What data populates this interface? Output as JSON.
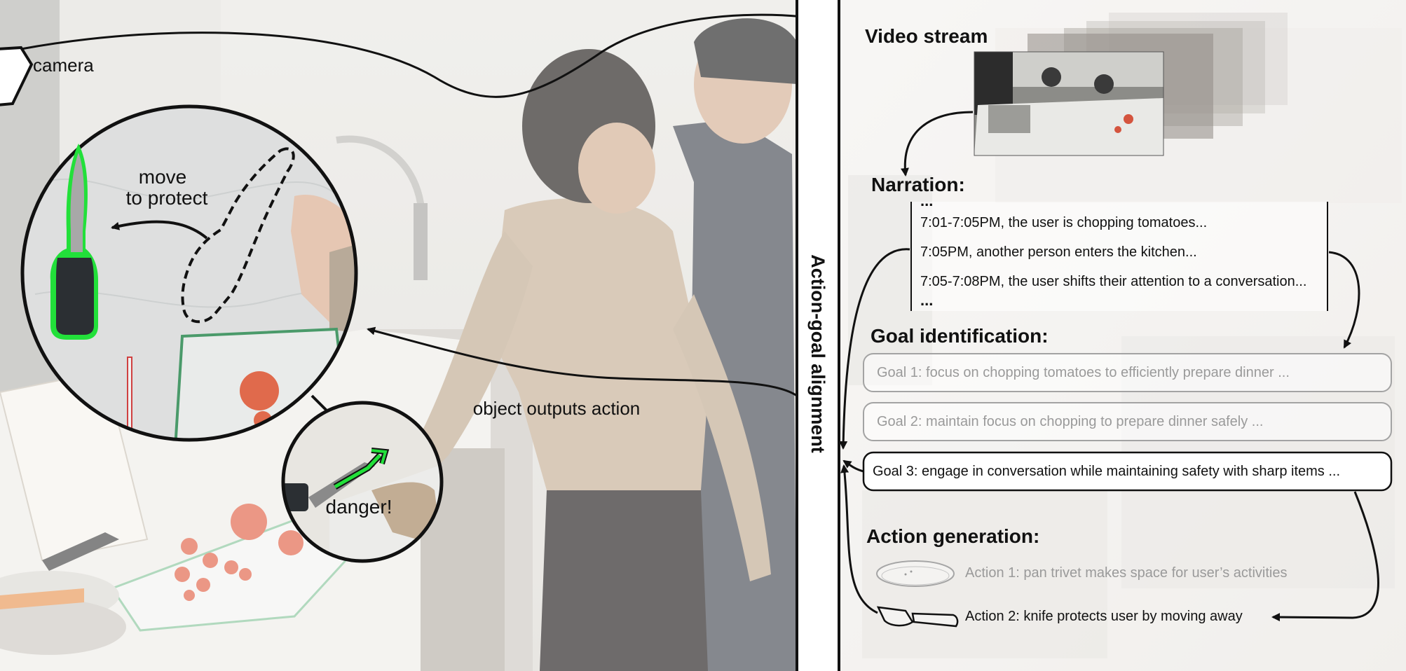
{
  "left_scene": {
    "camera_label": "camera",
    "callout": {
      "line1": "move",
      "line2": "to protect"
    },
    "object_outputs_label": "object outputs action",
    "danger_label": "danger!"
  },
  "center": {
    "vertical_title": "Action-goal alignment"
  },
  "right_panel": {
    "video_stream_title": "Video stream",
    "narration": {
      "title": "Narration:",
      "ellipsis_top": "...",
      "lines": [
        "7:01-7:05PM, the user is chopping tomatoes...",
        "7:05PM, another person enters the kitchen...",
        "7:05-7:08PM, the user shifts their attention to a conversation..."
      ],
      "ellipsis_bottom": "..."
    },
    "goal_identification": {
      "title": "Goal identification:",
      "goals": [
        "Goal 1: focus on chopping tomatoes to efficiently prepare dinner ...",
        "Goal 2: maintain focus on chopping to prepare dinner safely ...",
        "Goal 3: engage in conversation while maintaining safety with sharp items ..."
      ]
    },
    "action_generation": {
      "title": "Action generation:",
      "actions": [
        "Action 1: pan trivet makes space for user’s activities",
        "Action 2: knife protects user by moving away"
      ]
    }
  },
  "colors": {
    "highlight_green": "#22e03a",
    "muted_text": "#9a9a9a",
    "dark_text": "#111111"
  }
}
